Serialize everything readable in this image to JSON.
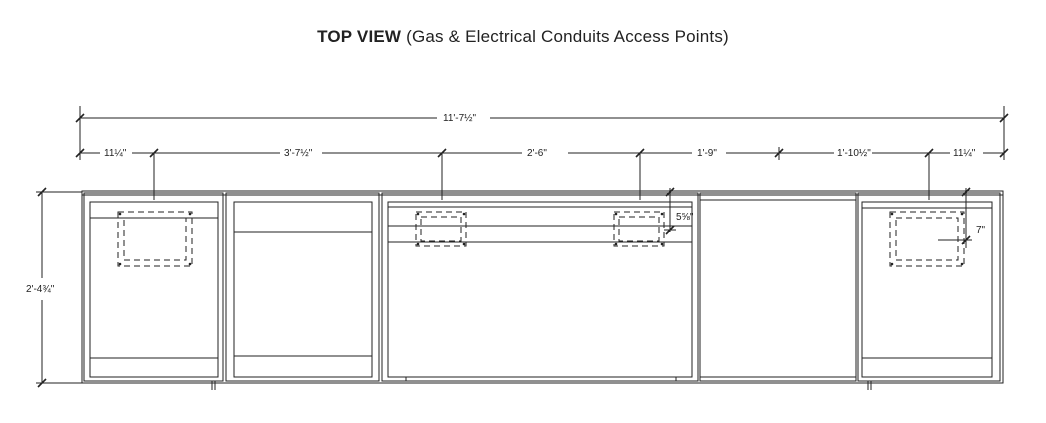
{
  "title": {
    "bold": "TOP VIEW",
    "rest": " (Gas & Electrical Conduits Access Points)"
  },
  "dimensions": {
    "overall": "11'-7½\"",
    "seg1": "11¼\"",
    "seg2": "3'-7½\"",
    "seg3": "2'-6\"",
    "seg4": "1'-9\"",
    "seg5": "1'-10½\"",
    "seg6": "11¼\"",
    "depth": "2'-4¾\"",
    "offset_a": "5⅝\"",
    "offset_b": "7\""
  },
  "colors": {
    "line": "#222222",
    "text": "#222222",
    "background": "#ffffff"
  }
}
